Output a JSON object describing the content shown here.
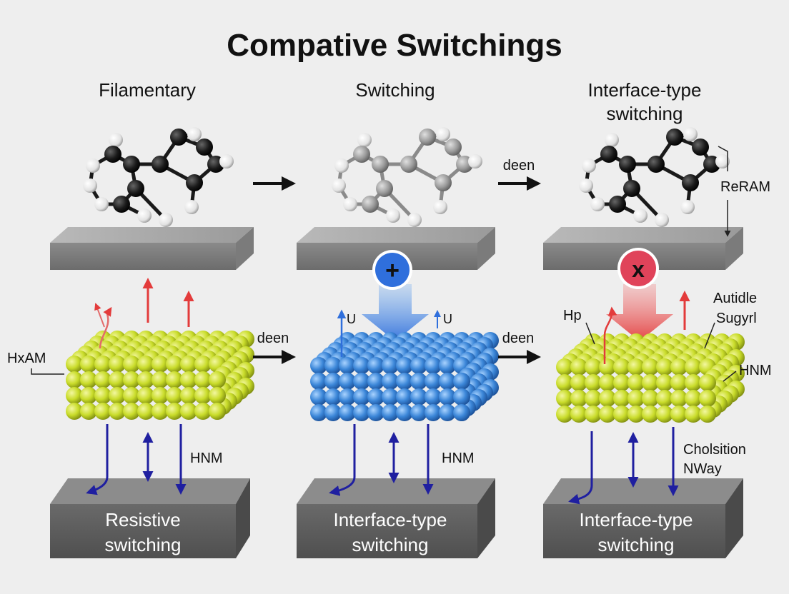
{
  "title": "Compative Switchings",
  "colors": {
    "background": "#eeeeee",
    "yellow_sphere": "#c9dc2a",
    "blue_sphere": "#3b86d8",
    "dark_arrow": "#1f1fa0",
    "red_arrow": "#e33b3b",
    "plus_badge": "#2f6fdc",
    "x_badge": "#e0435a"
  },
  "columns": [
    {
      "heading": "Filamentary",
      "molecule_style": "dark",
      "lattice_color": "yellow",
      "badge": null,
      "side_labels": [
        "HxAM"
      ],
      "mid_label": "HNM",
      "base_label_1": "Resistive",
      "base_label_2": "switching"
    },
    {
      "heading": "Switching",
      "molecule_style": "grey",
      "lattice_color": "blue",
      "badge": "+",
      "side_labels": [
        "U",
        "U"
      ],
      "mid_label": "HNM",
      "base_label_1": "Interface-type",
      "base_label_2": "switching"
    },
    {
      "heading_line1": "Interface-type",
      "heading_line2": "switching",
      "molecule_style": "dark",
      "lattice_color": "yellow",
      "badge": "x",
      "side_labels": [
        "Hp",
        "ReRAM",
        "Autidle",
        "Sugyrl",
        "HNM"
      ],
      "mid_label_1": "Cholsition",
      "mid_label_2": "NWay",
      "base_label_1": "Interface-type",
      "base_label_2": "switching"
    }
  ],
  "arrow_labels": [
    "deen",
    "deen",
    "deen"
  ],
  "icons": [
    "right-arrow-icon",
    "plus-icon",
    "x-icon",
    "up-arrow-icon",
    "down-arrow-icon"
  ]
}
